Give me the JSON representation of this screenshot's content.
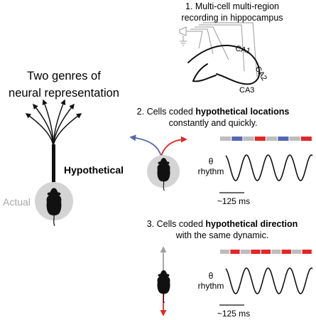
{
  "left_panel": {
    "title_line1": "Two genres of",
    "title_line2": "neural representation",
    "hypothetical_label": "Hypothetical",
    "actual_label": "Actual"
  },
  "step1": {
    "line1": "1.  Multi-cell multi-region",
    "line2": "recording in hippocampus",
    "regions": [
      "CA1",
      "CA2",
      "CA3"
    ]
  },
  "step2": {
    "line1_prefix": "2. Cells coded ",
    "line1_bold": "hypothetical locations",
    "line2": "constantly and quickly.",
    "theta_symbol": "θ",
    "rhythm_label": "rhythm",
    "scale_label": "~125 ms",
    "code_bar": [
      "gray",
      "blue",
      "gray",
      "red",
      "gray",
      "blue",
      "gray",
      "red"
    ]
  },
  "step3": {
    "line1_prefix": "3. Cells coded ",
    "line1_bold": "hypothetical direction",
    "line2": "with the same dynamic.",
    "theta_symbol": "θ",
    "rhythm_label": "rhythm",
    "scale_label": "~125 ms",
    "code_bar": [
      "gray",
      "red",
      "gray",
      "red",
      "red",
      "gray",
      "red",
      "gray",
      "red"
    ]
  },
  "colors": {
    "blue": "#5566b3",
    "red": "#e32626",
    "gray": "#bdbdbd",
    "circle": "#d4d4d4",
    "actual_text": "#a8a8a8",
    "electrode": "#9a9a9a"
  }
}
